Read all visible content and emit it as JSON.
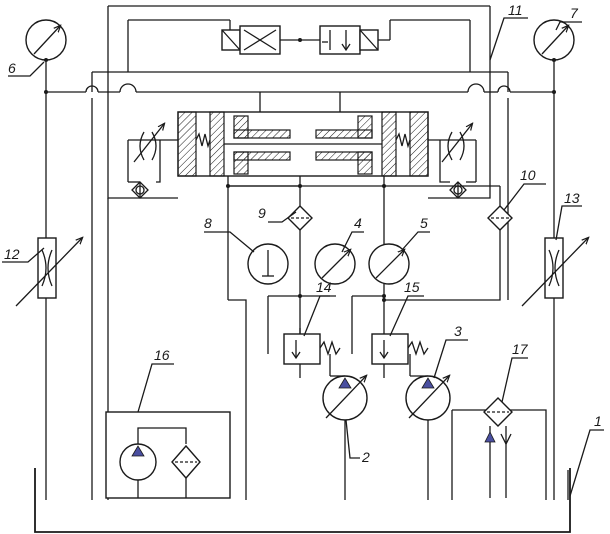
{
  "diagram": {
    "labels": {
      "l1": "1",
      "l2": "2",
      "l3": "3",
      "l4": "4",
      "l5": "5",
      "l6": "6",
      "l7": "7",
      "l8": "8",
      "l9": "9",
      "l10": "10",
      "l11": "11",
      "l12": "12",
      "l13": "13",
      "l14": "14",
      "l15": "15",
      "l16": "16",
      "l17": "17"
    },
    "colors": {
      "line": "#1a1a1a",
      "pump_triangle": "#4a4fa0",
      "background": "#ffffff"
    }
  }
}
